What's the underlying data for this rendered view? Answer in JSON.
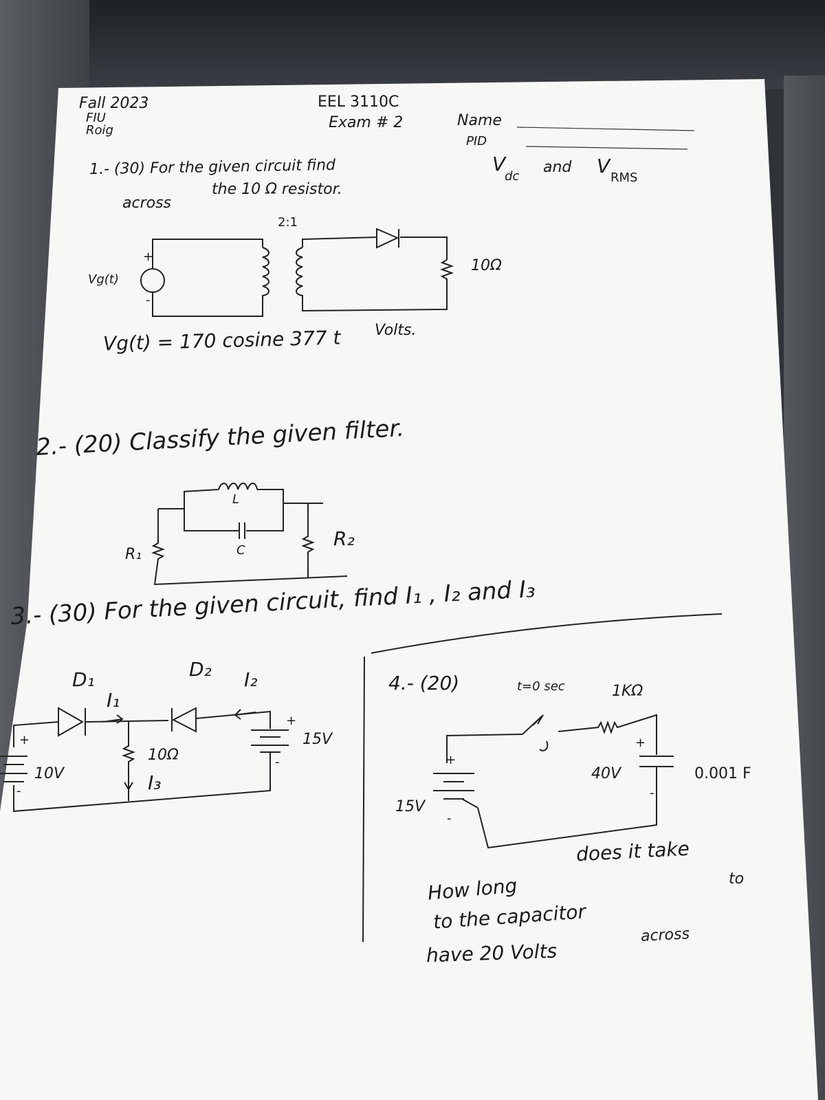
{
  "header": {
    "term": "Fall 2023",
    "school": "FIU",
    "instructor": "Roig",
    "course": "EEL 3110C",
    "exam": "Exam # 2",
    "name_label": "Name",
    "pid_label": "PID"
  },
  "q1": {
    "prompt_a": "1.- (30) For the given circuit find",
    "vdc": "V",
    "vdc_sub": "dc",
    "and": "and",
    "vrms": "V",
    "vrms_sub": "RMS",
    "prompt_b": "across",
    "prompt_c": "the 10 Ω resistor.",
    "ratio": "2:1",
    "resistor": "10Ω",
    "source_label": "Vg(t)",
    "plus": "+",
    "minus": "-",
    "equation": "Vg(t) = 170 cosine 377 t",
    "volts": "Volts."
  },
  "q2": {
    "prompt": "2.- (20) Classify the given filter.",
    "L": "L",
    "C": "C",
    "R1": "R₁",
    "R2": "R₂"
  },
  "q3": {
    "prompt": "3.- (30) For the given circuit, find I₁ , I₂ and I₃",
    "D1": "D₁",
    "D2": "D₂",
    "I1": "I₁",
    "I2": "I₂",
    "I3": "I₃",
    "v10": "10V",
    "v15": "15V",
    "r10": "10Ω",
    "plus": "+",
    "minus": "-"
  },
  "q4": {
    "number": "4.- (20)",
    "t0": "t=0 sec",
    "r": "1KΩ",
    "v15": "15V",
    "v40": "40V",
    "cap": "0.001 F",
    "plus": "+",
    "minus": "-",
    "question_1": "does it take",
    "question_2": "How long",
    "question_3": "to",
    "question_4": "to the capacitor",
    "question_5": "have 20 Volts",
    "question_6": "across"
  }
}
